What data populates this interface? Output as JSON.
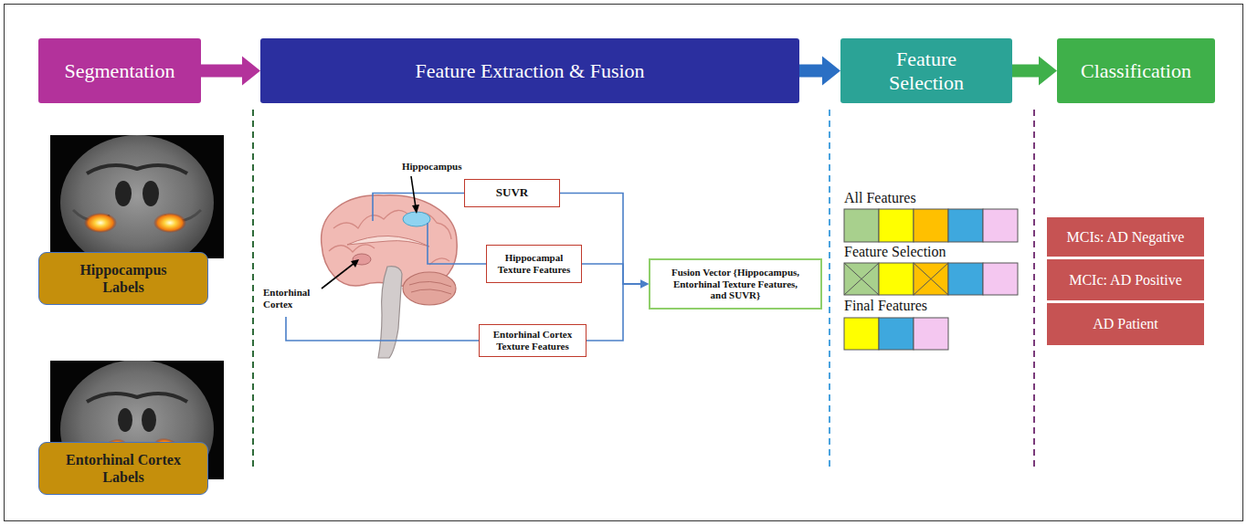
{
  "diagram": {
    "nodes": [
      {
        "text": [
          "Segmentation"
        ]
      },
      {
        "text": [
          "Feature Extraction & Fusion"
        ]
      },
      {
        "text": [
          "Feature Selection"
        ]
      },
      {
        "text": [
          "Classification"
        ]
      },
      {
        "text": [
          "Hippocampus Labels"
        ]
      },
      {
        "text": [
          "Entorhinal Cortex Labels"
        ]
      },
      {
        "text": [
          "SUVR"
        ]
      },
      {
        "text": [
          "Hippocampal Texture Features"
        ]
      },
      {
        "text": [
          "Entorhinal Cortex Texture Features"
        ]
      },
      {
        "text": [
          "Fusion Vector {Hippocampus, Entorhinal Texture Features, and SUVR}"
        ]
      },
      {
        "text": [
          "MCIs: AD Negative"
        ]
      },
      {
        "text": [
          "MCIc: AD Positive"
        ]
      },
      {
        "text": [
          "AD Patient"
        ]
      }
    ],
    "edges": [
      {
        "from": 0,
        "to": 1,
        "arrow": "to"
      },
      {
        "from": 1,
        "to": 2,
        "arrow": "to"
      },
      {
        "from": 2,
        "to": 3,
        "arrow": "to"
      },
      {
        "from": 6,
        "to": 9,
        "arrow": "to"
      },
      {
        "from": 7,
        "to": 9,
        "arrow": "to"
      },
      {
        "from": 8,
        "to": 9,
        "arrow": "to"
      }
    ],
    "labels": [
      "Hippocampus",
      "Entorhinal Cortex",
      "All Features",
      "Feature Selection",
      "Final Features"
    ]
  }
}
